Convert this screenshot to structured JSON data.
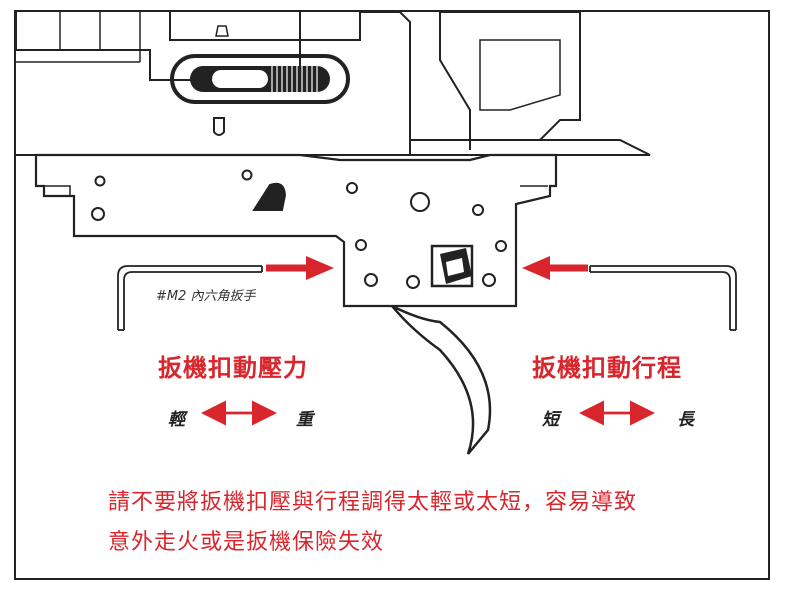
{
  "tool_label": "#M2 內六角扳手",
  "headings": {
    "pressure": "扳機扣動壓力",
    "travel": "扳機扣動行程"
  },
  "pressure_range": {
    "low": "輕",
    "high": "重"
  },
  "travel_range": {
    "low": "短",
    "high": "長"
  },
  "warning": {
    "line1": "請不要將扳機扣壓與行程調得太輕或太短，容易導致",
    "line2": "意外走火或是扳機保險失效"
  },
  "colors": {
    "accent": "#d9262c",
    "line": "#222222"
  }
}
